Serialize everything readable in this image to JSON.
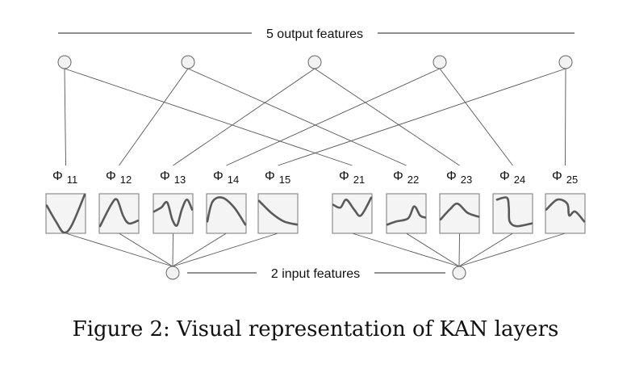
{
  "diagram": {
    "output_label": "5 output features",
    "input_label": "2 input features",
    "phi_symbol": "Φ",
    "functions": [
      {
        "sub": "11"
      },
      {
        "sub": "12"
      },
      {
        "sub": "13"
      },
      {
        "sub": "14"
      },
      {
        "sub": "15"
      },
      {
        "sub": "21"
      },
      {
        "sub": "22"
      },
      {
        "sub": "23"
      },
      {
        "sub": "24"
      },
      {
        "sub": "25"
      }
    ],
    "colors": {
      "line": "#555555",
      "box_fill": "#f4f4f4",
      "box_stroke": "#777777",
      "curve": "#5a5a5a",
      "node_fill": "#f2f2f2"
    }
  },
  "caption": "Figure 2: Visual representation of KAN layers"
}
